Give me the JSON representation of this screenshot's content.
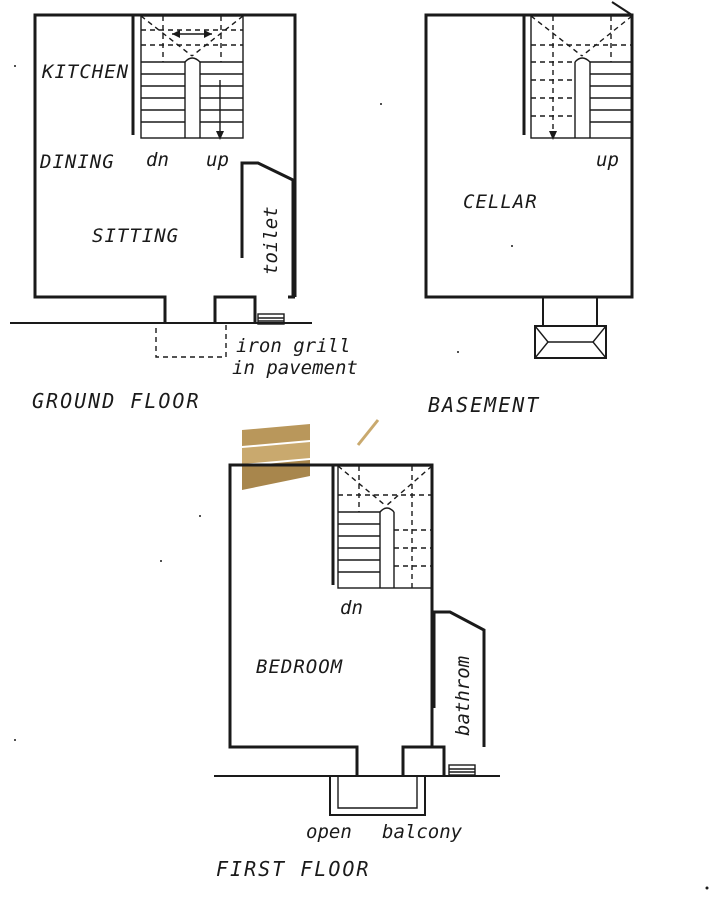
{
  "plans": {
    "ground_floor": {
      "title": "GROUND FLOOR",
      "rooms": [
        "KITCHEN",
        "DINING",
        "SITTING",
        "toilet"
      ],
      "stair_labels": [
        "dn",
        "up"
      ],
      "note_line1": "iron grill",
      "note_line2": "in pavement"
    },
    "basement": {
      "title": "BASEMENT",
      "rooms": [
        "CELLAR"
      ],
      "stair_labels": [
        "up"
      ]
    },
    "first_floor": {
      "title": "FIRST FLOOR",
      "rooms": [
        "BEDROOM",
        "bathrom"
      ],
      "stair_labels": [
        "dn"
      ],
      "balcony_word1": "open",
      "balcony_word2": "balcony"
    }
  },
  "colors": {
    "ink": "#1a1a1a",
    "paper": "#ffffff",
    "logo_gold": "#b9975b"
  },
  "watermark": {
    "description_icon": "gold-stacked-bars-logo-icon"
  }
}
